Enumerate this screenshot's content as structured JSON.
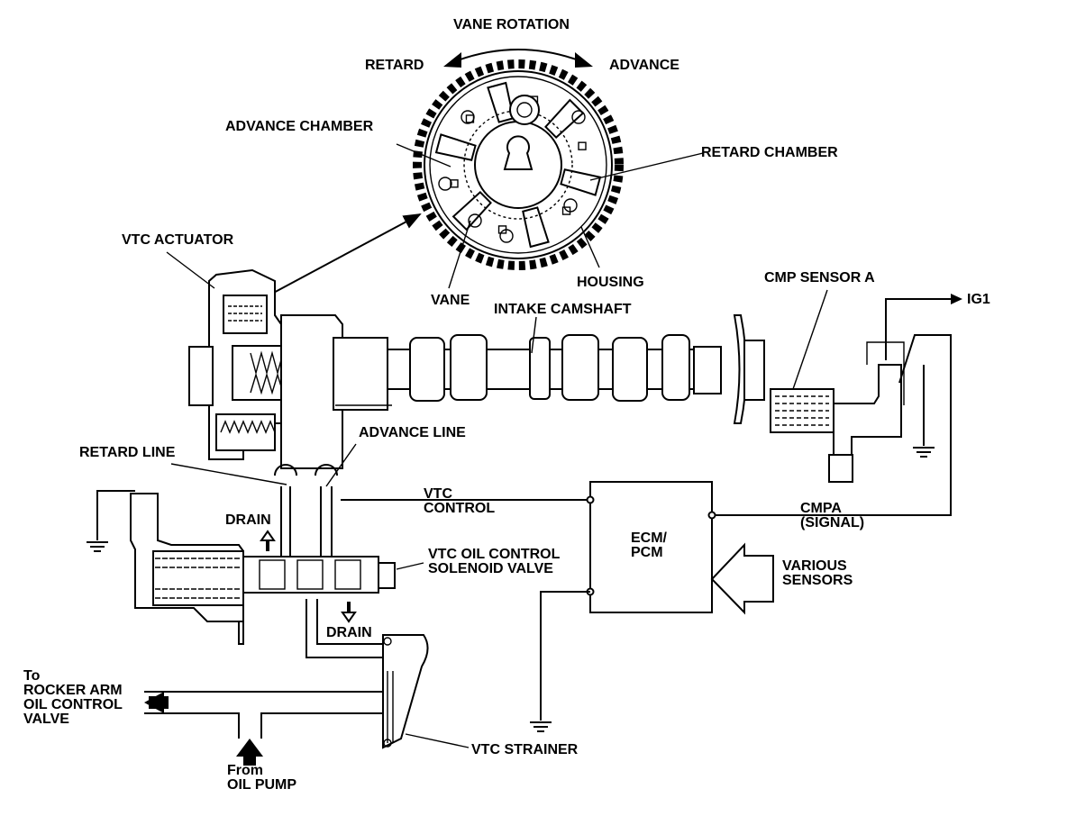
{
  "labels": {
    "vane_rotation": "VANE ROTATION",
    "retard": "RETARD",
    "advance": "ADVANCE",
    "advance_chamber": "ADVANCE CHAMBER",
    "retard_chamber": "RETARD CHAMBER",
    "vtc_actuator": "VTC ACTUATOR",
    "housing": "HOUSING",
    "vane": "VANE",
    "intake_camshaft": "INTAKE CAMSHAFT",
    "cmp_sensor_a": "CMP SENSOR A",
    "ig1": "IG1",
    "advance_line": "ADVANCE LINE",
    "retard_line": "RETARD LINE",
    "vtc_control_1": "VTC",
    "vtc_control_2": "CONTROL",
    "drain_upper": "DRAIN",
    "drain_lower": "DRAIN",
    "solenoid_1": "VTC OIL CONTROL",
    "solenoid_2": "SOLENOID VALVE",
    "ecm_1": "ECM/",
    "ecm_2": "PCM",
    "cmpa_1": "CMPA",
    "cmpa_2": "(SIGNAL)",
    "various_1": "VARIOUS",
    "various_2": "SENSORS",
    "rocker_1": "To",
    "rocker_2": "ROCKER ARM",
    "rocker_3": "OIL CONTROL",
    "rocker_4": "VALVE",
    "pump_1": "From",
    "pump_2": "OIL PUMP",
    "strainer": "VTC STRAINER"
  },
  "colors": {
    "ink": "#000000",
    "paper": "#ffffff"
  }
}
